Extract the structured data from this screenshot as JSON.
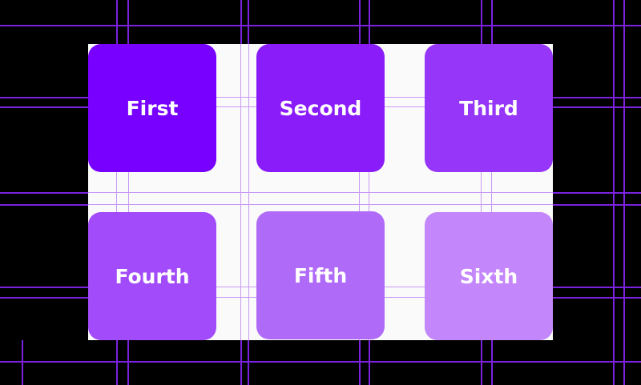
{
  "cards": [
    {
      "label": "First",
      "color": "#7700ff"
    },
    {
      "label": "Second",
      "color": "#8a1cfa"
    },
    {
      "label": "Third",
      "color": "#9536f8"
    },
    {
      "label": "Fourth",
      "color": "#a24bfa"
    },
    {
      "label": "Fifth",
      "color": "#b06af8"
    },
    {
      "label": "Sixth",
      "color": "#c386fb"
    }
  ],
  "colors": {
    "background": "#000000",
    "panel": "#fafafa",
    "gridline_strong": "#7a22e0",
    "gridline_faint": "#c79af5",
    "text": "#ffffff"
  }
}
